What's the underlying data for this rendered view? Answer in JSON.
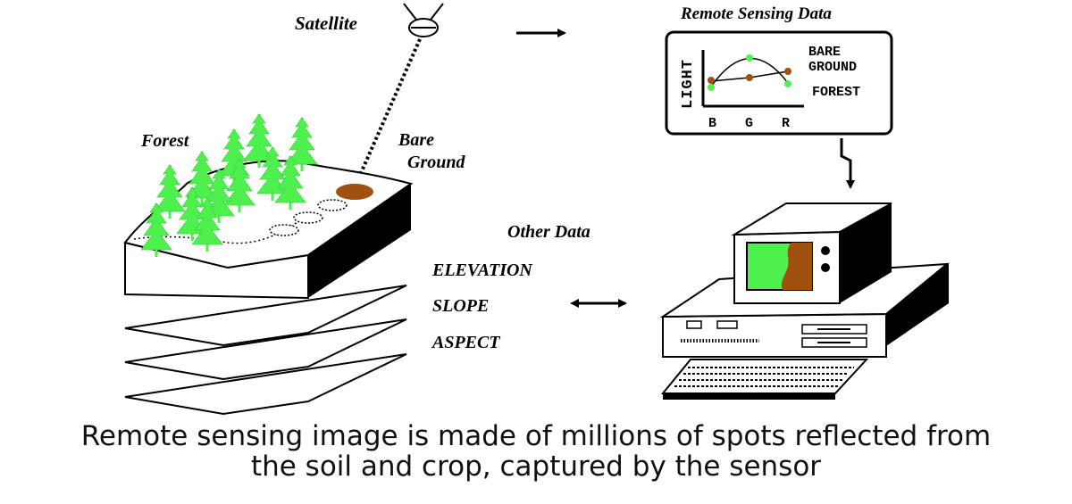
{
  "labels": {
    "satellite": "Satellite",
    "remote_sensing_data": "Remote Sensing Data",
    "forest": "Forest",
    "bare_ground_line1": "Bare",
    "bare_ground_line2": "Ground",
    "other_data": "Other Data",
    "layers": [
      "ELEVATION",
      "SLOPE",
      "ASPECT"
    ]
  },
  "graph": {
    "y_label": "LIGHT",
    "x_ticks": [
      "B",
      "G",
      "R"
    ],
    "legend_bare_ground_line1": "BARE",
    "legend_bare_ground_line2": "GROUND",
    "legend_forest": "FOREST"
  },
  "caption": {
    "line1": "Remote sensing image is made of millions of spots reflected from",
    "line2": "the soil and crop, captured by the sensor"
  },
  "colors": {
    "forest_green": "#4ef04e",
    "bare_ground_brown": "#a0500f",
    "outline": "#000000"
  }
}
